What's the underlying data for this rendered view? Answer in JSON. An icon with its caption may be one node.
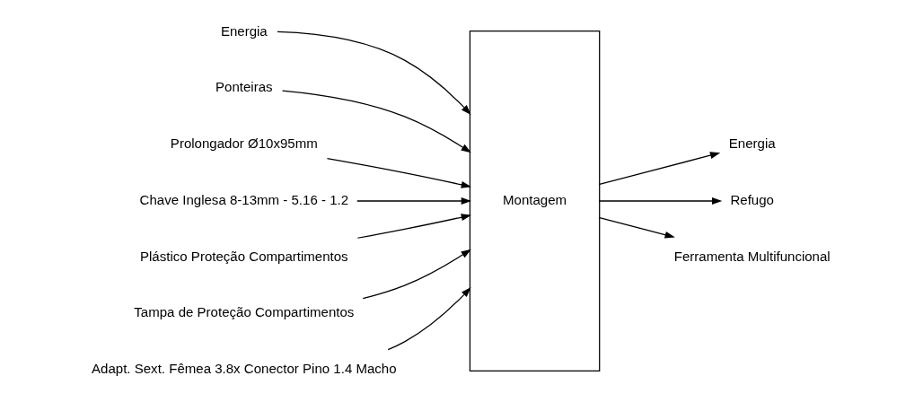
{
  "diagram": {
    "nodes": [
      {
        "text": [
          "Energia"
        ]
      },
      {
        "text": [
          "Ponteiras"
        ]
      },
      {
        "text": [
          "Prolongador Ø10x95mm"
        ]
      },
      {
        "text": [
          "Chave Inglesa 8-13mm - 5.16 - 1.2"
        ]
      },
      {
        "text": [
          "Plástico Proteção Compartimentos"
        ]
      },
      {
        "text": [
          "Tampa de Proteção Compartimentos"
        ]
      },
      {
        "text": [
          "Adapt. Sext. Fêmea 3.8x Conector Pino 1.4 Macho"
        ]
      },
      {
        "text": [
          "Montagem"
        ]
      },
      {
        "text": [
          "Energia"
        ]
      },
      {
        "text": [
          "Refugo"
        ]
      },
      {
        "text": [
          "Ferramenta Multifuncional"
        ]
      }
    ],
    "edges": [
      {
        "from": 0,
        "to": 7,
        "arrow": "to"
      },
      {
        "from": 1,
        "to": 7,
        "arrow": "to"
      },
      {
        "from": 2,
        "to": 7,
        "arrow": "to"
      },
      {
        "from": 3,
        "to": 7,
        "arrow": "to"
      },
      {
        "from": 4,
        "to": 7,
        "arrow": "to"
      },
      {
        "from": 5,
        "to": 7,
        "arrow": "to"
      },
      {
        "from": 6,
        "to": 7,
        "arrow": "to"
      },
      {
        "from": 7,
        "to": 8,
        "arrow": "to"
      },
      {
        "from": 7,
        "to": 9,
        "arrow": "to"
      },
      {
        "from": 7,
        "to": 10,
        "arrow": "to"
      }
    ]
  }
}
